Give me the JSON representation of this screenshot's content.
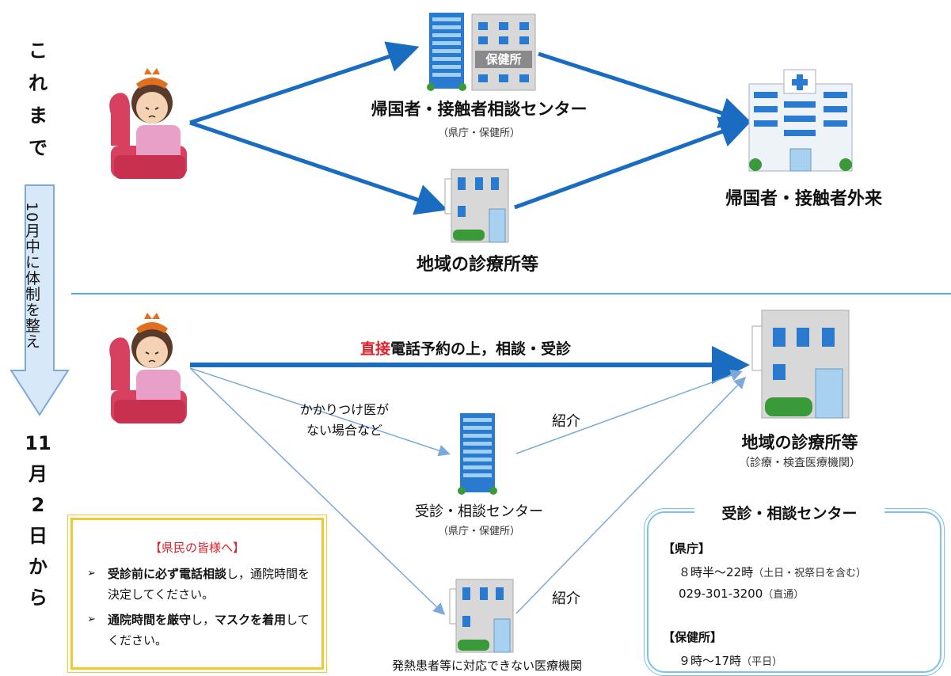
{
  "side_label_top": [
    "こ",
    "れ",
    "ま",
    "で"
  ],
  "side_arrow_text": "10月中に体制を整え",
  "side_label_bottom": [
    "11",
    "月",
    "2",
    "日",
    "か",
    "ら"
  ],
  "top_section": {
    "center_name": "帰国者・接触者相談センター",
    "center_sub": "（県庁・保健所）",
    "hoken_sign": "保健所",
    "clinic_name": "地域の診療所等",
    "hospital_name": "帰国者・接触者外来"
  },
  "bottom_section": {
    "direct_red": "直接",
    "direct_rest": "電話予約の上，相談・受診",
    "no_doctor_line1": "かかりつけ医が",
    "no_doctor_line2": "ない場合など",
    "referral_1": "紹介",
    "referral_2": "紹介",
    "consult_center_name": "受診・相談センター",
    "consult_center_sub": "（県庁・保健所）",
    "clinic_name": "地域の診療所等",
    "clinic_sub": "（診療・検査医療機関）",
    "non_fever_clinic": "発熱患者等に対応できない医療機関"
  },
  "notice": {
    "title": "【県民の皆様へ】",
    "item1_bold": "受診前に必ず電話相談",
    "item1_rest": "し，通院時間を決定してください。",
    "item2_bold": "通院時間を厳守",
    "item2_mid": "し，",
    "item2_bold2": "マスクを着用",
    "item2_rest": "してください。"
  },
  "center_box": {
    "title": "受診・相談センター",
    "pref_label": "【県庁】",
    "pref_hours": "８時半～22時",
    "pref_hours_note": "（土日・祝祭日を含む）",
    "pref_phone": "029-301-3200",
    "pref_phone_note": "（直通）",
    "hc_label": "【保健所】",
    "hc_hours": "９時～17時",
    "hc_hours_note": "（平日）"
  },
  "colors": {
    "arrow": "#1a6cc0",
    "thin_arrow": "#7aa9dc",
    "divider": "#5aa7e0",
    "red": "#e0202a",
    "notice_border": "#f0c830",
    "box_border": "#7cc3e8"
  }
}
